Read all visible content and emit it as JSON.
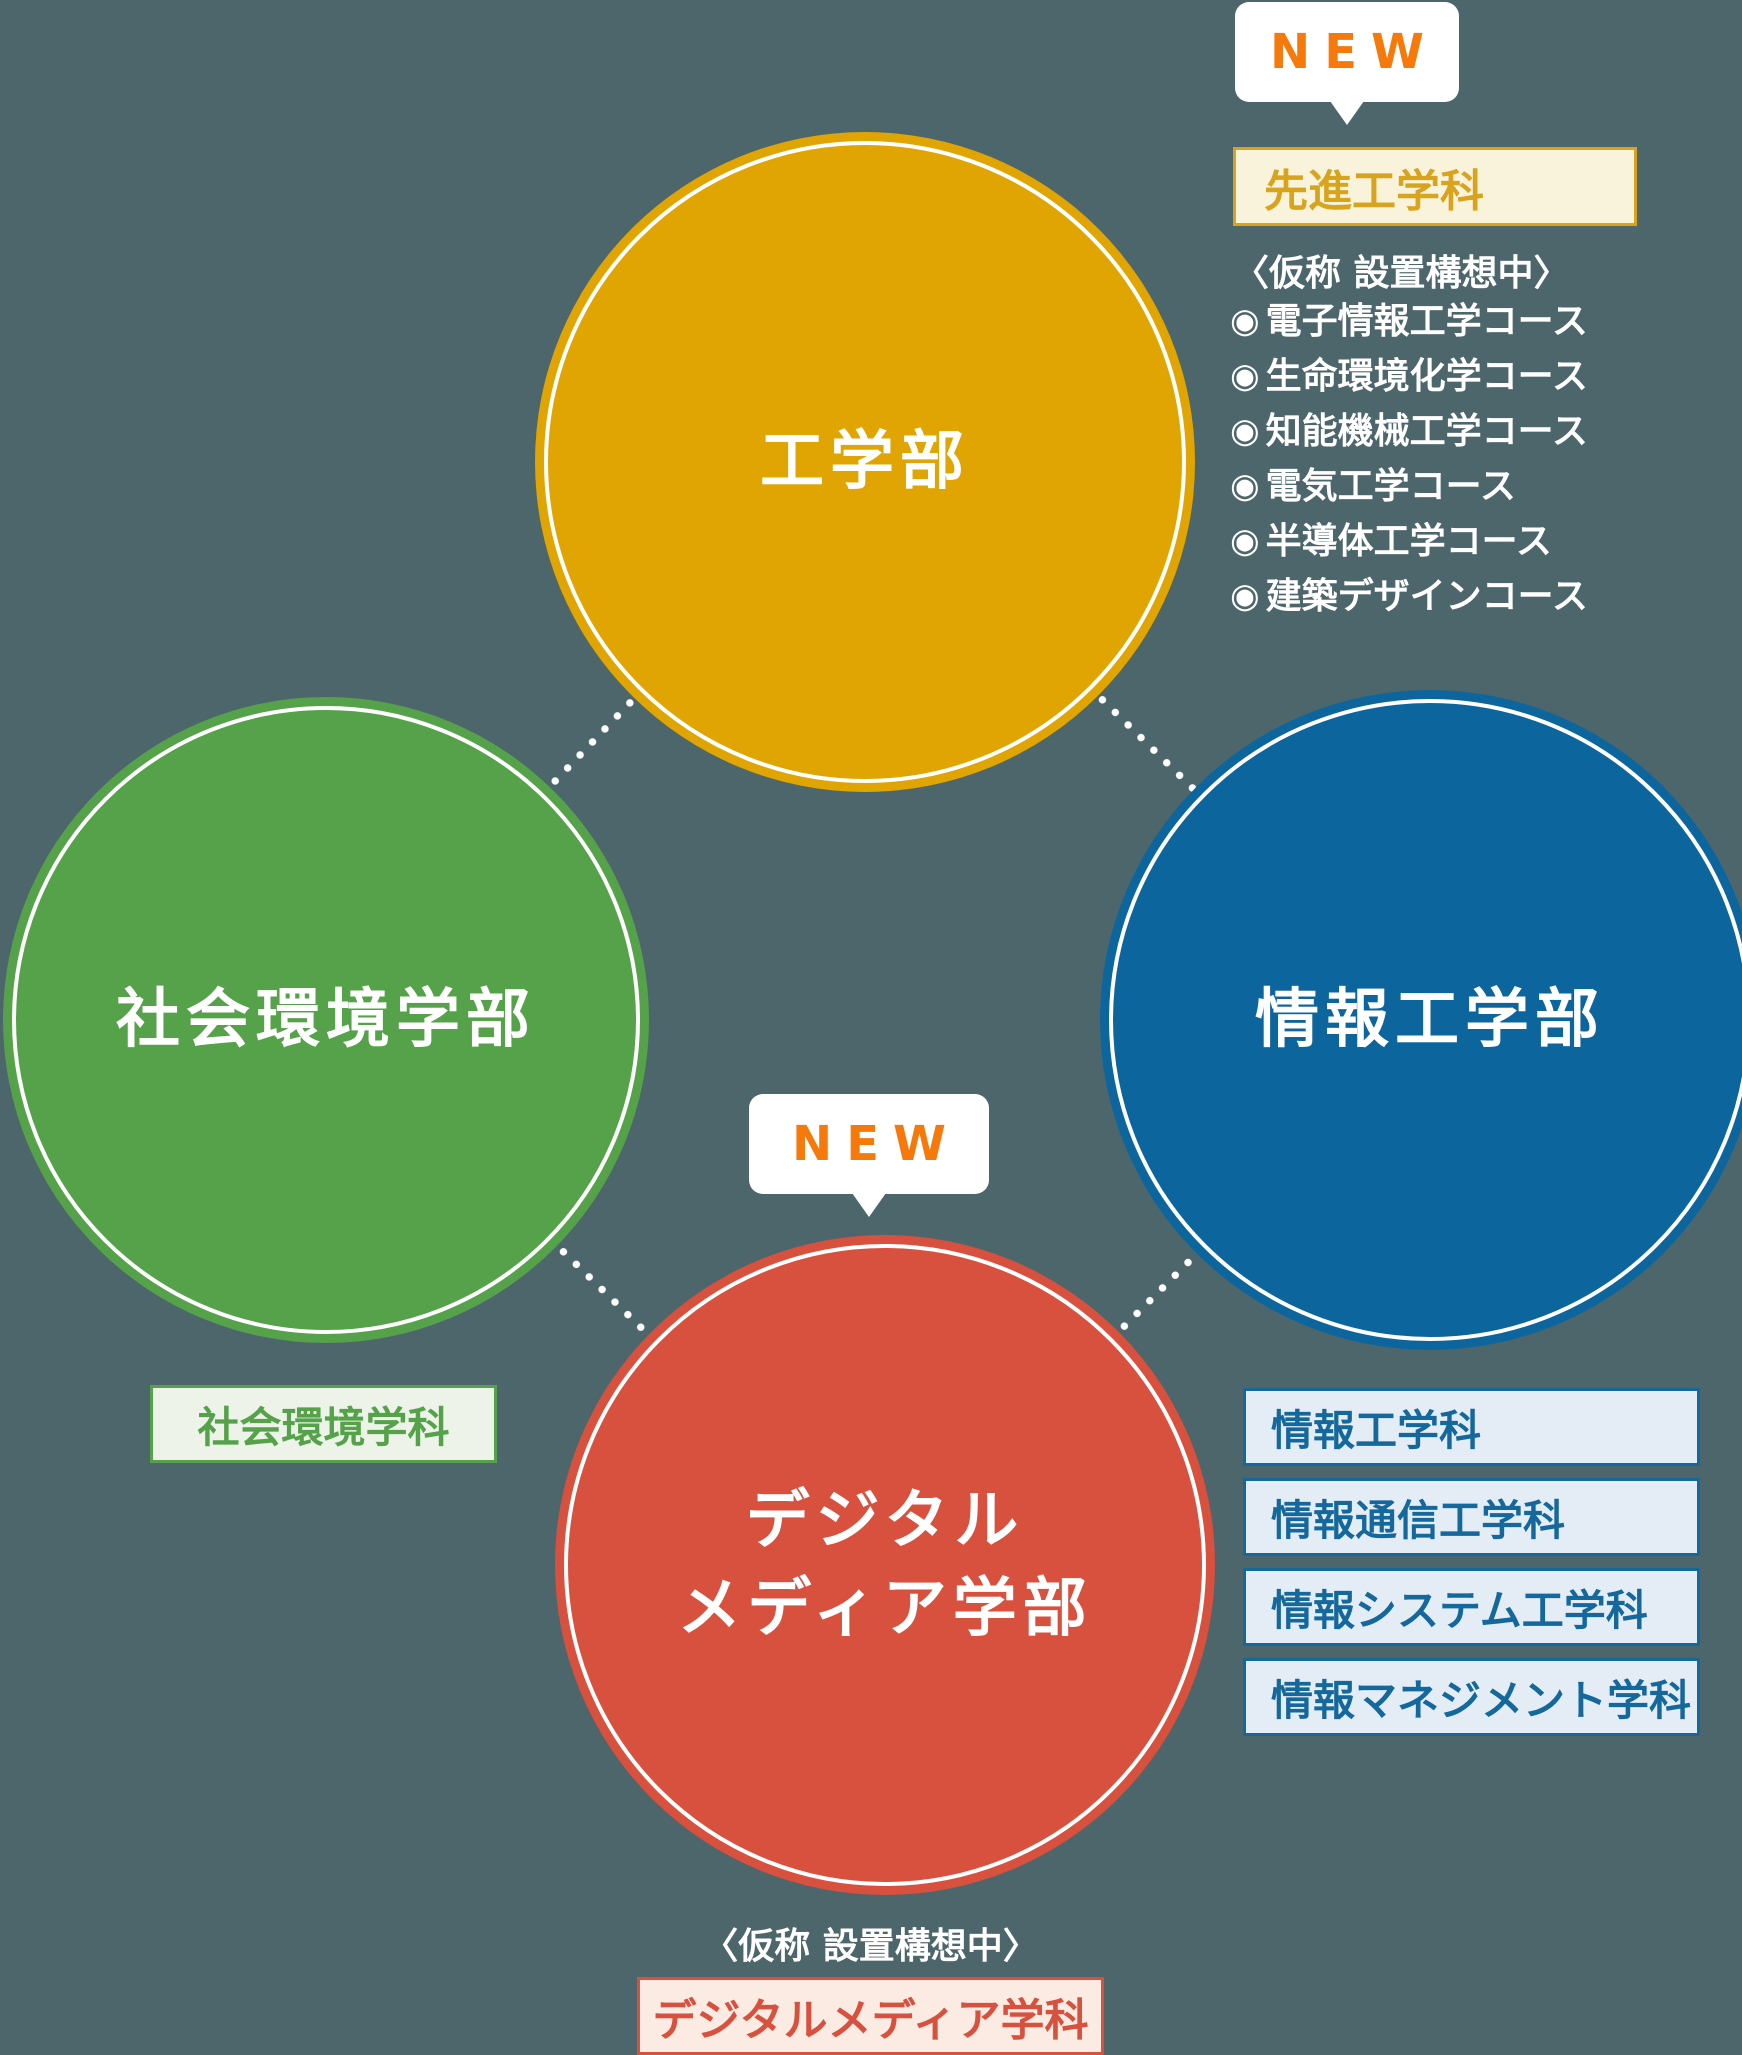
{
  "background_color": "#4d666c",
  "accent_orange": "#f5790b",
  "icons": {
    "bullet": "◉"
  },
  "faculties": {
    "engineering": {
      "name": "工学部",
      "color": "#e0a502",
      "badge": "NEW",
      "department_label": "先進工学科",
      "note": "〈仮称 設置構想中〉",
      "courses": [
        "電子情報工学コース",
        "生命環境化学コース",
        "知能機械工学コース",
        "電気工学コース",
        "半導体工学コース",
        "建築デザインコース"
      ]
    },
    "social_environment": {
      "name": "社会環境学部",
      "color": "#55a24a",
      "department_label": "社会環境学科"
    },
    "information_engineering": {
      "name": "情報工学部",
      "color": "#0d659d",
      "departments": [
        "情報工学科",
        "情報通信工学科",
        "情報システム工学科",
        "情報マネジメント学科"
      ]
    },
    "digital_media": {
      "name_line1": "デジタル",
      "name_line2": "メディア学部",
      "color": "#d8503e",
      "badge": "NEW",
      "note": "〈仮称 設置構想中〉",
      "department_label": "デジタルメディア学科"
    }
  }
}
